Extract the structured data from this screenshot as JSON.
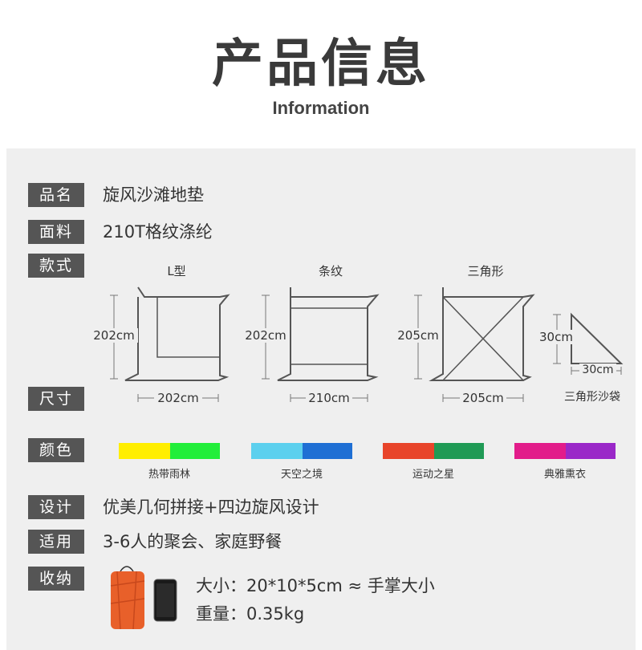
{
  "header": {
    "title": "产品信息",
    "subtitle": "Information"
  },
  "rows": {
    "name": {
      "label": "品名",
      "value": "旋风沙滩地垫"
    },
    "fabric": {
      "label": "面料",
      "value": "210T格纹涤纶"
    },
    "style": {
      "label": "款式"
    },
    "size": {
      "label": "尺寸"
    },
    "color": {
      "label": "颜色"
    },
    "design": {
      "label": "设计",
      "value": "优美几何拼接+四边旋风设计"
    },
    "usage": {
      "label": "适用",
      "value": "3-6人的聚会、家庭野餐"
    },
    "storage": {
      "label": "收纳",
      "size_text": "大小：20*10*5cm ≈ 手掌大小",
      "weight_text": "重量：0.35kg"
    }
  },
  "styles": [
    {
      "name": "L型",
      "height": "202cm",
      "width": "202cm"
    },
    {
      "name": "条纹",
      "height": "202cm",
      "width": "210cm"
    },
    {
      "name": "三角形",
      "height": "205cm",
      "width": "205cm"
    }
  ],
  "bag": {
    "name": "三角形沙袋",
    "height": "30cm",
    "width": "30cm"
  },
  "colors": [
    {
      "name": "热带雨林",
      "c1": "#ffee00",
      "c2": "#22ee3a"
    },
    {
      "name": "天空之境",
      "c1": "#5cd0ee",
      "c2": "#1f6fd4"
    },
    {
      "name": "运动之星",
      "c1": "#e8442a",
      "c2": "#1f9a55"
    },
    {
      "name": "典雅熏衣",
      "c1": "#e21c8a",
      "c2": "#9a28c8"
    }
  ],
  "icons": {
    "bag": "storage-bag-icon",
    "phone": "phone-icon"
  }
}
